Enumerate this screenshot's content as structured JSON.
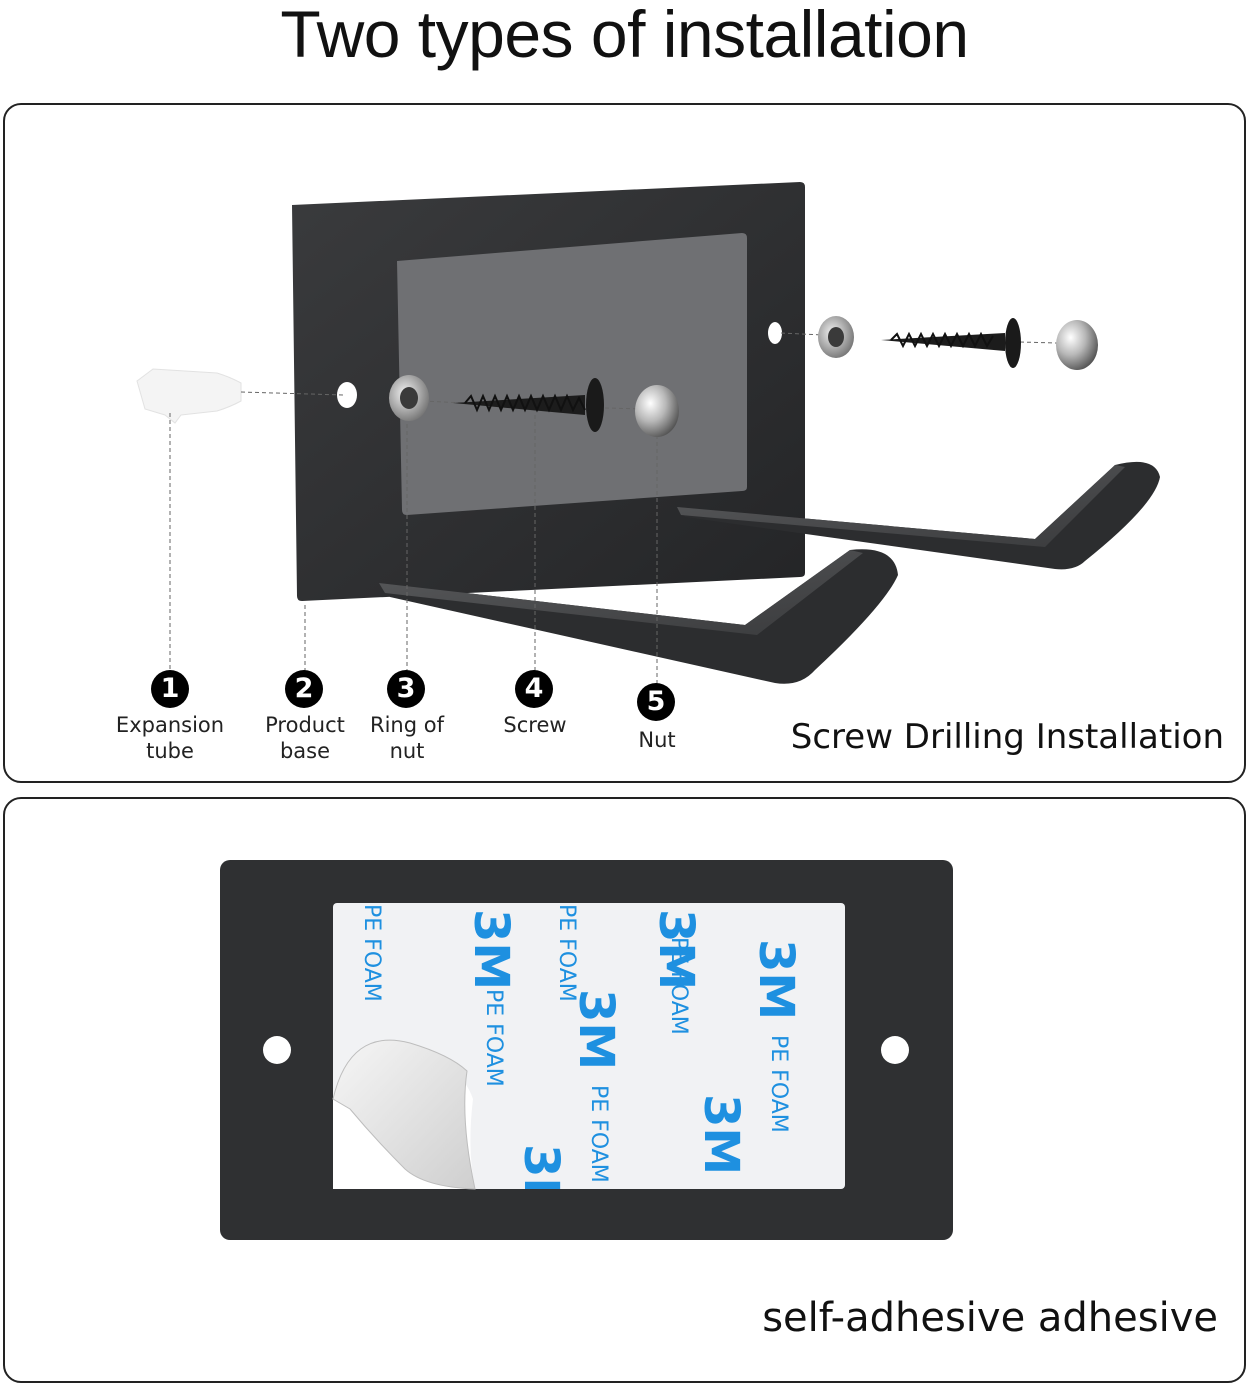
{
  "title": "Two types of installation",
  "screw_panel": {
    "caption": "Screw Drilling Installation",
    "parts": [
      {
        "number": "1",
        "line1": "Expansion",
        "line2": "tube"
      },
      {
        "number": "2",
        "line1": "Product",
        "line2": "base"
      },
      {
        "number": "3",
        "line1": "Ring of",
        "line2": "nut"
      },
      {
        "number": "4",
        "line1": "Screw",
        "line2": ""
      },
      {
        "number": "5",
        "line1": "Nut",
        "line2": ""
      }
    ]
  },
  "adhesive_panel": {
    "caption": "self-adhesive adhesive",
    "tape_brand": "3M",
    "tape_text": "PE FOAM"
  },
  "colors": {
    "plate": "#2f3032",
    "tape_print": "#1e90e0",
    "border": "#222222"
  }
}
